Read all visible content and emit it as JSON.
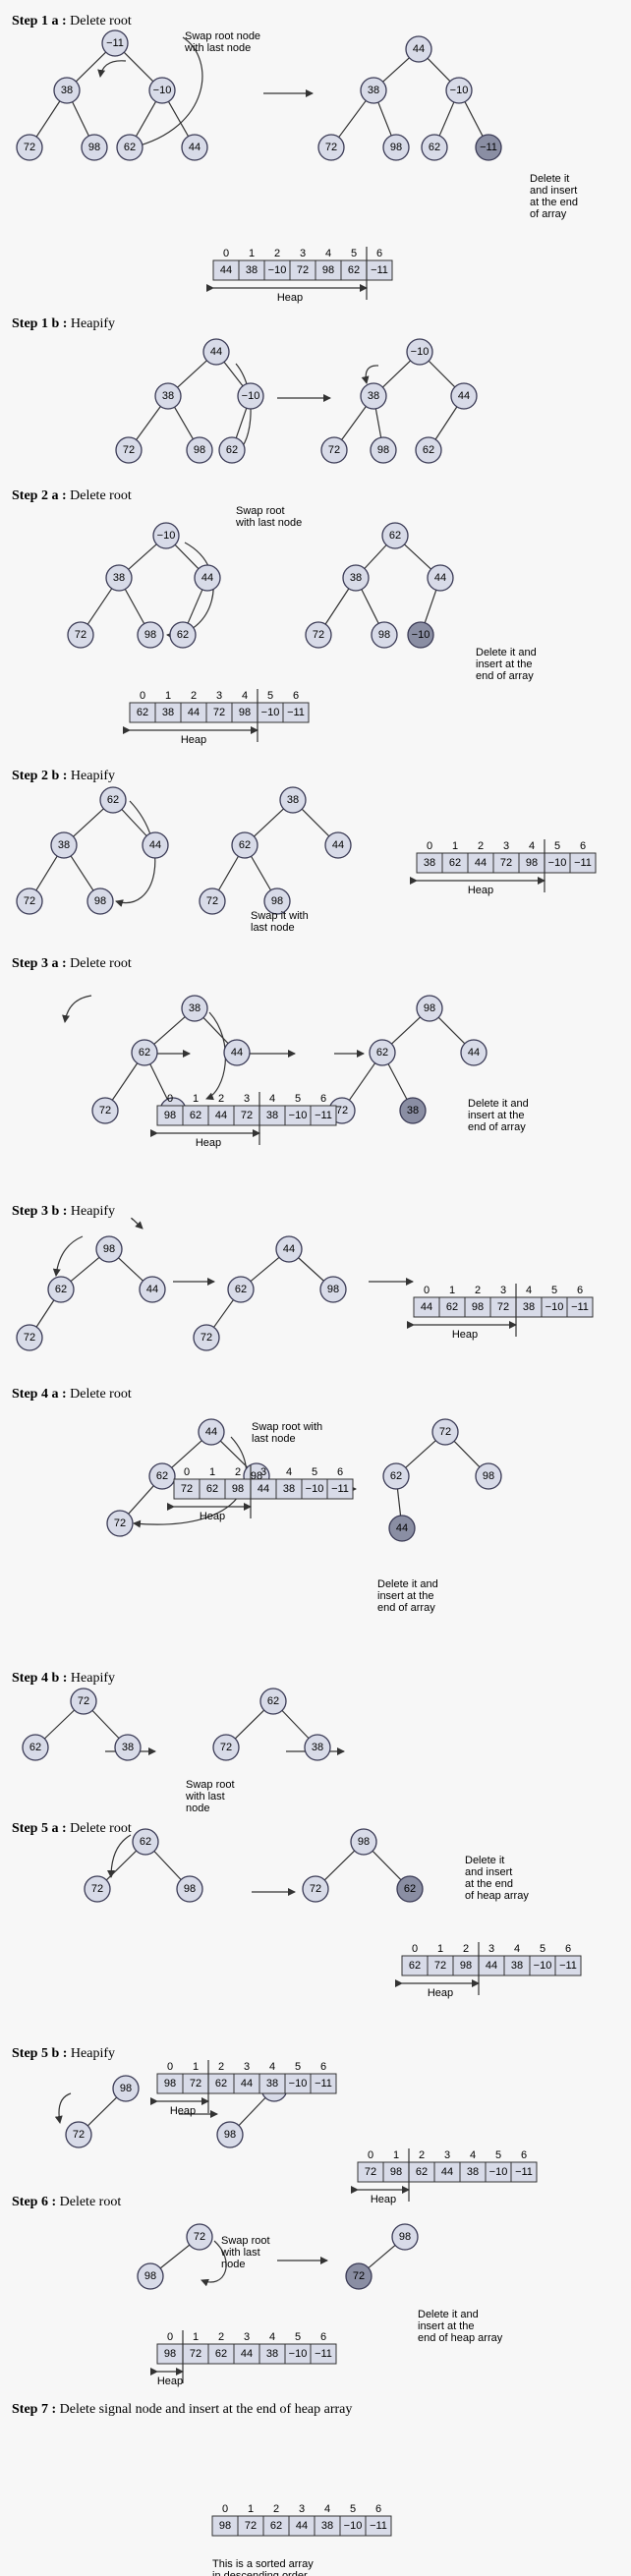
{
  "steps": [
    {
      "title_prefix": "Step 1 a :",
      "title_text": "Delete root"
    },
    {
      "title_prefix": "Step 1 b :",
      "title_text": "Heapify"
    },
    {
      "title_prefix": "Step 2 a :",
      "title_text": "Delete root"
    },
    {
      "title_prefix": "Step 2 b :",
      "title_text": "Heapify"
    },
    {
      "title_prefix": "Step 3 a :",
      "title_text": "Delete root"
    },
    {
      "title_prefix": "Step 3 b :",
      "title_text": "Heapify"
    },
    {
      "title_prefix": "Step 4 a :",
      "title_text": "Delete root"
    },
    {
      "title_prefix": "Step 4 b :",
      "title_text": "Heapify"
    },
    {
      "title_prefix": "Step 5 a :",
      "title_text": "Delete root"
    },
    {
      "title_prefix": "Step 5 b :",
      "title_text": "Heapify"
    },
    {
      "title_prefix": "Step 6 :",
      "title_text": "Delete root"
    },
    {
      "title_prefix": "Step 7 :",
      "title_text": "Delete signal node and insert at the end of heap array"
    }
  ],
  "trees": [
    {
      "nodes": [
        "-11",
        "38",
        "-10",
        "72",
        "98",
        "62",
        "44"
      ],
      "dark": []
    },
    {
      "nodes": [
        "44",
        "38",
        "-10",
        "72",
        "98",
        "62",
        "-11"
      ],
      "dark": [
        6
      ]
    },
    {
      "nodes": [
        "44",
        "38",
        "-10",
        "72",
        "98",
        "62"
      ],
      "dark": []
    },
    {
      "nodes": [
        "-10",
        "38",
        "44",
        "72",
        "98",
        "62"
      ],
      "dark": []
    },
    {
      "nodes": [
        "-10",
        "38",
        "44",
        "72",
        "98",
        "62"
      ],
      "dark": []
    },
    {
      "nodes": [
        "62",
        "38",
        "44",
        "72",
        "98",
        "-10"
      ],
      "dark": [
        5
      ]
    },
    {
      "nodes": [
        "62",
        "38",
        "44",
        "72",
        "98"
      ],
      "dark": []
    },
    {
      "nodes": [
        "38",
        "62",
        "44",
        "72",
        "98"
      ],
      "dark": []
    },
    {
      "nodes": [
        "38",
        "62",
        "44",
        "72",
        "98"
      ],
      "dark": []
    },
    {
      "nodes": [
        "98",
        "62",
        "44",
        "72",
        "38"
      ],
      "dark": [
        4
      ]
    },
    {
      "nodes": [
        "98",
        "62",
        "44",
        "72"
      ],
      "dark": []
    },
    {
      "nodes": [
        "44",
        "62",
        "98",
        "72"
      ],
      "dark": []
    },
    {
      "nodes": [
        "44",
        "62",
        "98",
        "72"
      ],
      "dark": []
    },
    {
      "nodes": [
        "72",
        "62",
        "98",
        "44"
      ],
      "dark": [
        3
      ]
    },
    {
      "nodes": [
        "72",
        "62",
        "38"
      ],
      "dark": []
    },
    {
      "nodes": [
        "62",
        "72",
        "38"
      ],
      "dark": []
    },
    {
      "nodes": [
        "62",
        "72",
        "98"
      ],
      "dark": []
    },
    {
      "nodes": [
        "98",
        "72",
        "62"
      ],
      "dark": [
        2
      ]
    },
    {
      "nodes": [
        "98",
        "72"
      ],
      "dark": []
    },
    {
      "nodes": [
        "72",
        "98"
      ],
      "dark": []
    },
    {
      "nodes": [
        "72",
        "98"
      ],
      "dark": []
    },
    {
      "nodes": [
        "98",
        "72"
      ],
      "dark": [
        1
      ]
    }
  ],
  "arrays": [
    {
      "indices": [
        "0",
        "1",
        "2",
        "3",
        "4",
        "5",
        "6"
      ],
      "values": [
        "44",
        "38",
        "-10",
        "72",
        "98",
        "62",
        "-11"
      ],
      "heap_size": 6
    },
    {
      "indices": [
        "0",
        "1",
        "2",
        "3",
        "4",
        "5",
        "6"
      ],
      "values": [
        "62",
        "38",
        "44",
        "72",
        "98",
        "-10",
        "-11"
      ],
      "heap_size": 5
    },
    {
      "indices": [
        "0",
        "1",
        "2",
        "3",
        "4",
        "5",
        "6"
      ],
      "values": [
        "38",
        "62",
        "44",
        "72",
        "98",
        "-10",
        "-11"
      ],
      "heap_size": 5
    },
    {
      "indices": [
        "0",
        "1",
        "2",
        "3",
        "4",
        "5",
        "6"
      ],
      "values": [
        "98",
        "62",
        "44",
        "72",
        "38",
        "-10",
        "-11"
      ],
      "heap_size": 4
    },
    {
      "indices": [
        "0",
        "1",
        "2",
        "3",
        "4",
        "5",
        "6"
      ],
      "values": [
        "44",
        "62",
        "98",
        "72",
        "38",
        "-10",
        "-11"
      ],
      "heap_size": 4
    },
    {
      "indices": [
        "0",
        "1",
        "2",
        "3",
        "4",
        "5",
        "6"
      ],
      "values": [
        "72",
        "62",
        "98",
        "44",
        "38",
        "-10",
        "-11"
      ],
      "heap_size": 3
    },
    {
      "indices": [
        "0",
        "1",
        "2",
        "3",
        "4",
        "5",
        "6"
      ],
      "values": [
        "62",
        "72",
        "98",
        "44",
        "38",
        "-10",
        "-11"
      ],
      "heap_size": 3
    },
    {
      "indices": [
        "0",
        "1",
        "2",
        "3",
        "4",
        "5",
        "6"
      ],
      "values": [
        "98",
        "72",
        "62",
        "44",
        "38",
        "-10",
        "-11"
      ],
      "heap_size": 2
    },
    {
      "indices": [
        "0",
        "1",
        "2",
        "3",
        "4",
        "5",
        "6"
      ],
      "values": [
        "72",
        "98",
        "62",
        "44",
        "38",
        "-10",
        "-11"
      ],
      "heap_size": 2
    },
    {
      "indices": [
        "0",
        "1",
        "2",
        "3",
        "4",
        "5",
        "6"
      ],
      "values": [
        "98",
        "72",
        "62",
        "44",
        "38",
        "-10",
        "-11"
      ],
      "heap_size": 1
    },
    {
      "indices": [
        "0",
        "1",
        "2",
        "3",
        "4",
        "5",
        "6"
      ],
      "values": [
        "98",
        "72",
        "62",
        "44",
        "38",
        "-10",
        "-11"
      ],
      "heap_size": 0
    }
  ],
  "heap_label": "Heap",
  "notes": [
    [
      "Swap root node",
      "with last node"
    ],
    [
      "Delete it",
      "and insert",
      "at the end",
      "of array"
    ],
    [
      "Swap root",
      "with last node"
    ],
    [
      "Delete it and",
      "insert at the",
      "end of array"
    ],
    [
      "Swap it  with",
      "last node"
    ],
    [
      "Delete it and",
      "insert at the",
      "end of array"
    ],
    [
      "Swap root  with",
      "last node"
    ],
    [
      "Delete it and",
      "insert at the",
      "end of array"
    ],
    [
      "Swap root",
      "with last",
      "node"
    ],
    [
      "Delete it",
      "and insert",
      "at the end",
      "of heap array"
    ],
    [
      "Swap root",
      "with last",
      "node"
    ],
    [
      "Delete it and",
      "insert at the",
      "end of heap array"
    ],
    [
      "This is a sorted array",
      "in descending order"
    ]
  ]
}
